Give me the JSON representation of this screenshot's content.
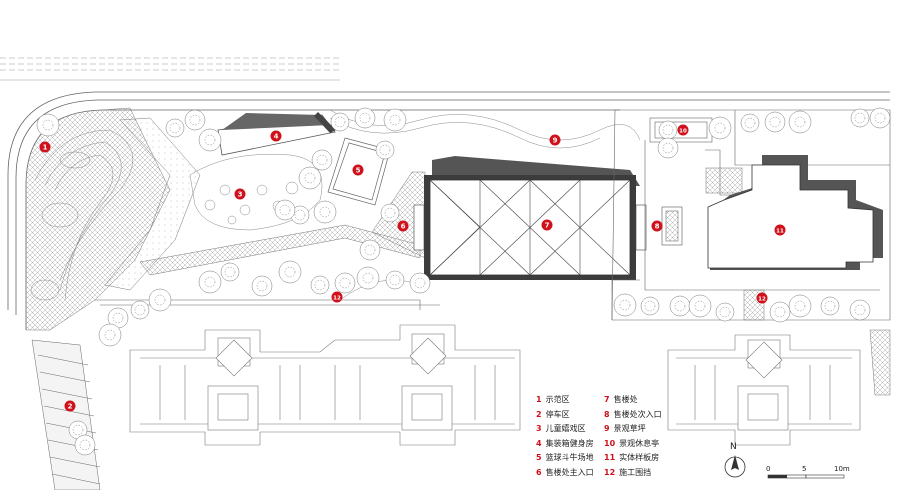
{
  "markers": [
    "1",
    "2",
    "3",
    "4",
    "5",
    "6",
    "7",
    "8",
    "9",
    "10",
    "11",
    "12"
  ],
  "legend": [
    {
      "num": "1",
      "label": "示范区"
    },
    {
      "num": "2",
      "label": "停车区"
    },
    {
      "num": "3",
      "label": "儿童嬉戏区"
    },
    {
      "num": "4",
      "label": "集装箱健身房"
    },
    {
      "num": "5",
      "label": "篮球斗牛场地"
    },
    {
      "num": "6",
      "label": "售楼处主入口"
    },
    {
      "num": "7",
      "label": "售楼处"
    },
    {
      "num": "8",
      "label": "售楼处次入口"
    },
    {
      "num": "9",
      "label": "景观草坪"
    },
    {
      "num": "10",
      "label": "景观休息亭"
    },
    {
      "num": "11",
      "label": "实体样板房"
    },
    {
      "num": "12",
      "label": "施工围挡"
    }
  ],
  "north": "N",
  "scale": [
    "0",
    "5",
    "10m"
  ],
  "colors": {
    "marker": "#d0111b",
    "line": "#777777",
    "dark": "#555555"
  }
}
